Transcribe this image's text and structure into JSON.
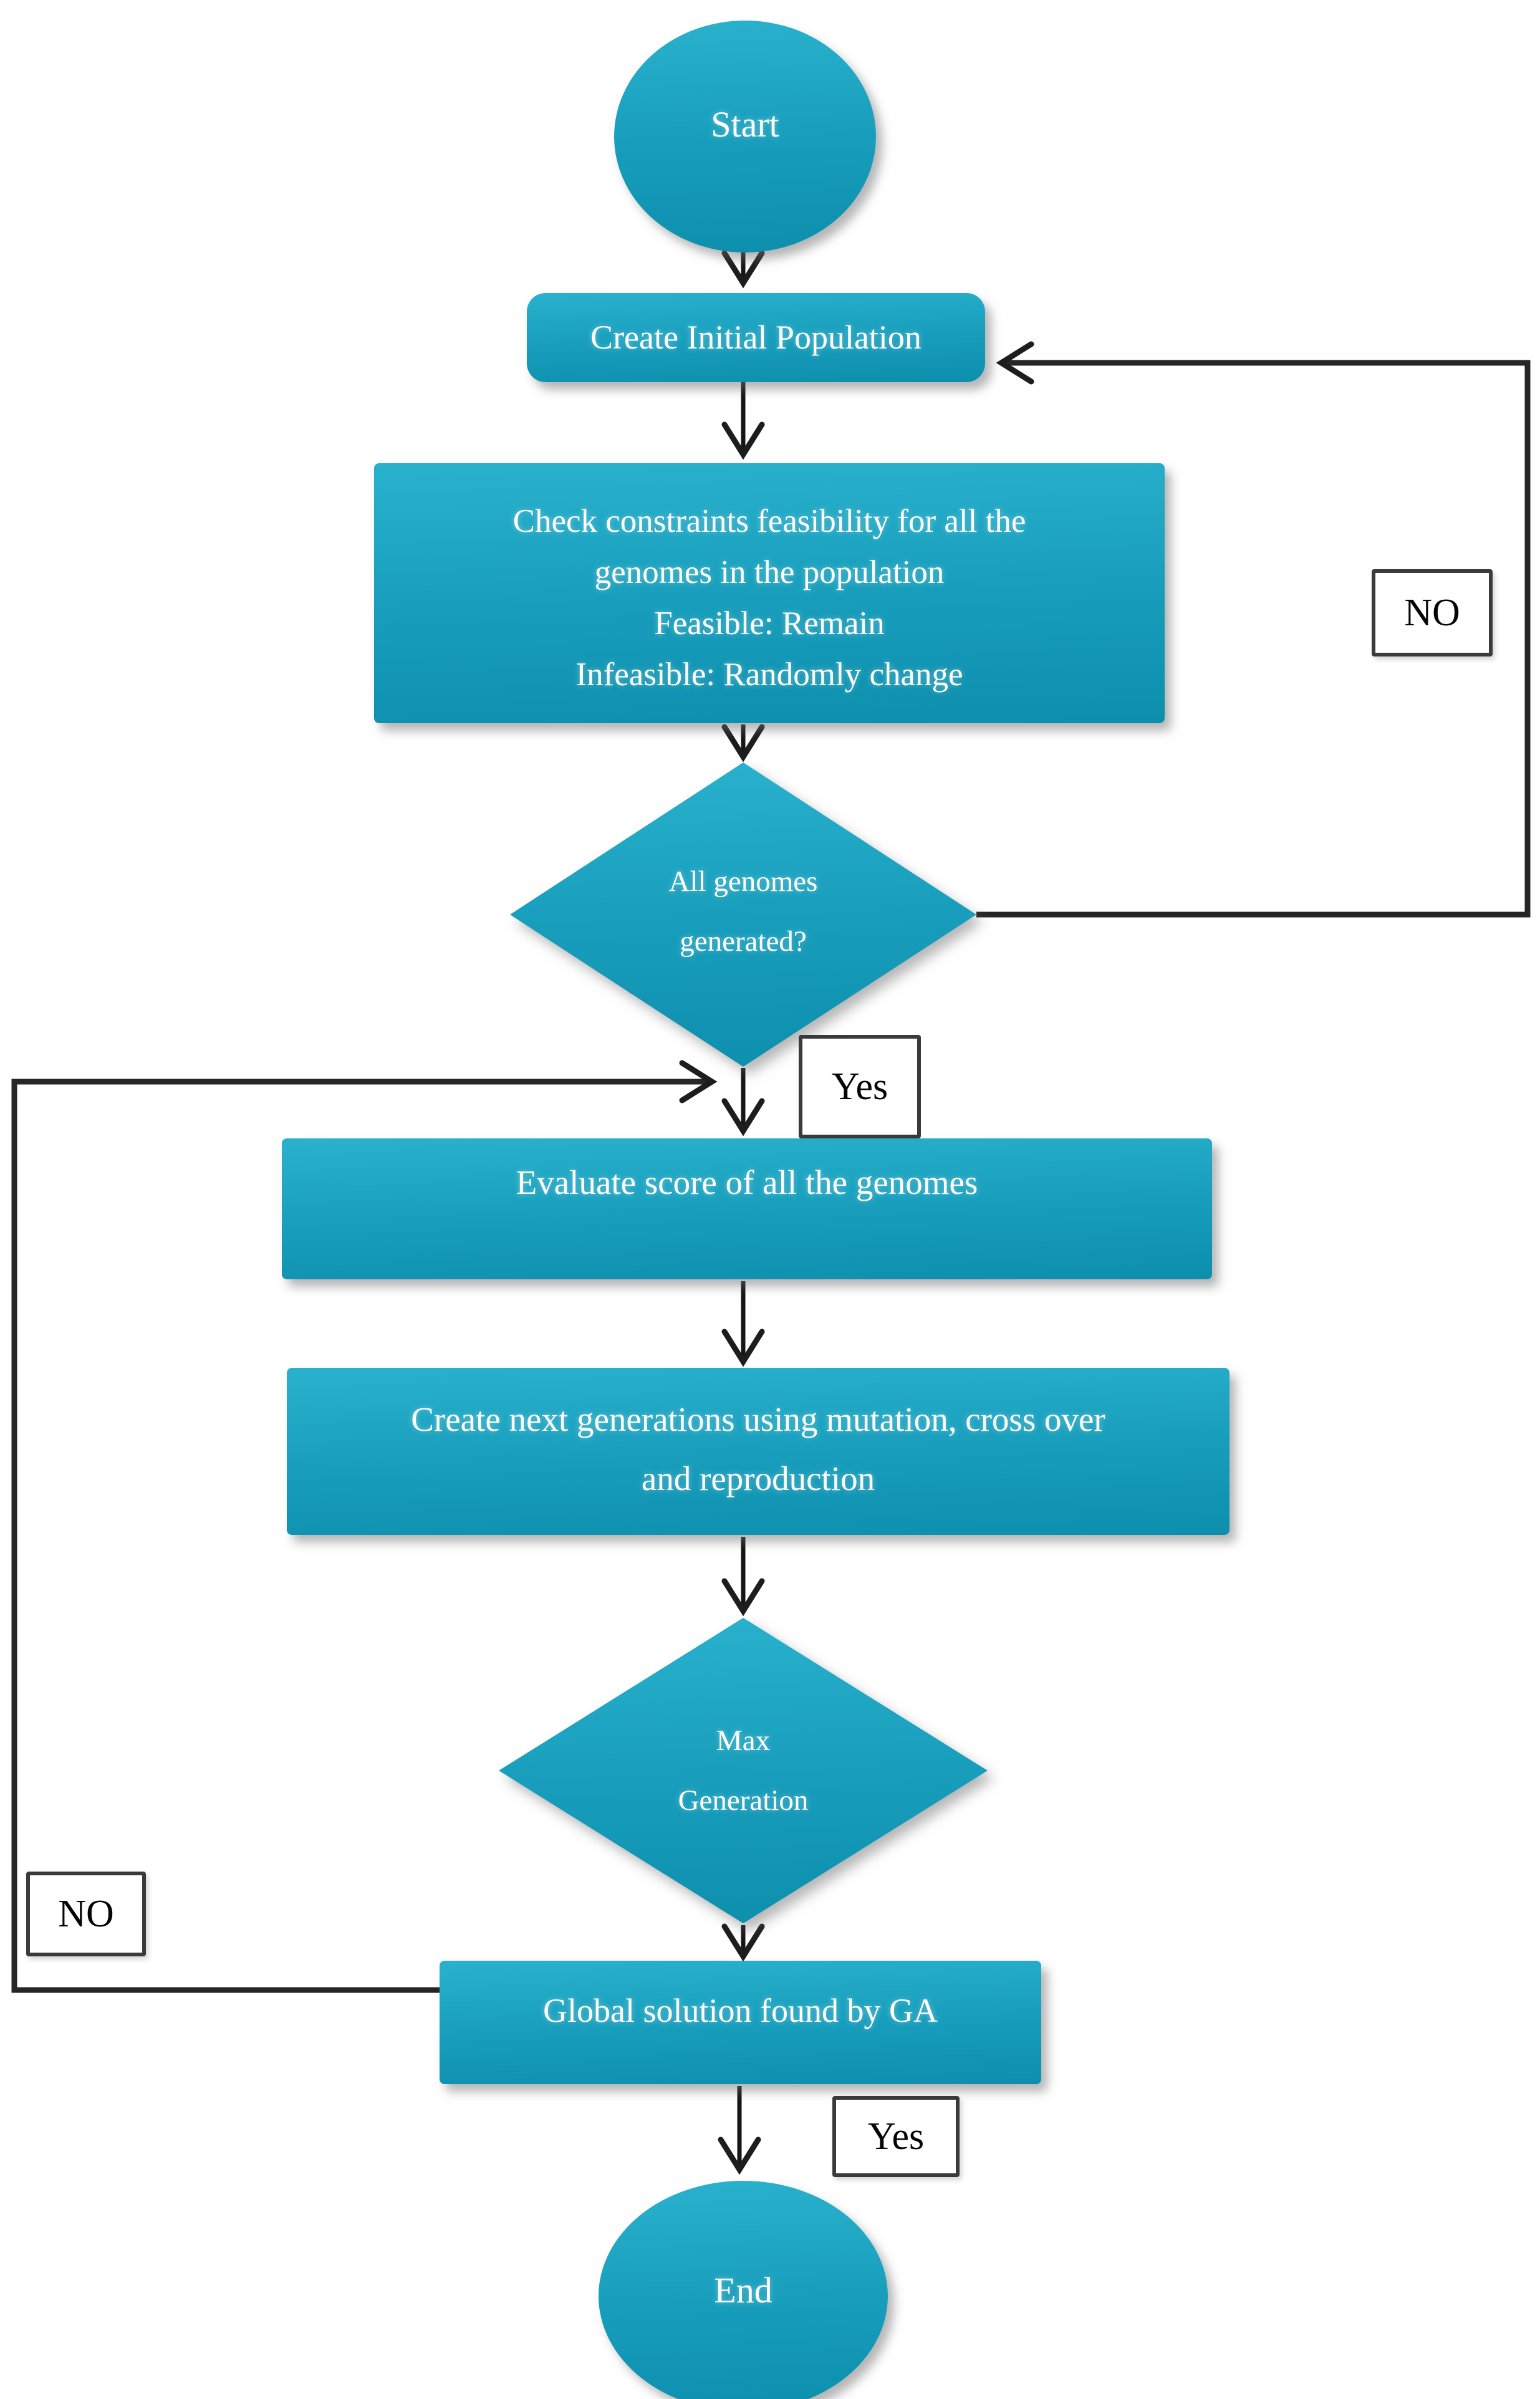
{
  "flowchart": {
    "description": "Genetic algorithm flowchart",
    "nodes": {
      "start": {
        "type": "terminator",
        "label": "Start"
      },
      "create_initial": {
        "type": "process",
        "label": "Create Initial Population"
      },
      "check_constraints": {
        "type": "process",
        "lines": [
          "Check constraints feasibility for all the",
          "genomes in the population",
          "Feasible: Remain",
          "Infeasible: Randomly change"
        ]
      },
      "all_genomes": {
        "type": "decision",
        "lines": [
          "All genomes",
          "generated?"
        ]
      },
      "evaluate": {
        "type": "process",
        "label": "Evaluate score of all the genomes"
      },
      "create_next": {
        "type": "process",
        "lines": [
          "Create next generations using mutation, cross over",
          "and reproduction"
        ]
      },
      "max_generation": {
        "type": "decision",
        "lines": [
          "Max",
          "Generation"
        ]
      },
      "global_solution": {
        "type": "process",
        "label": "Global solution found by GA"
      },
      "end": {
        "type": "terminator",
        "label": "End"
      }
    },
    "labels": {
      "no_right": "NO",
      "yes_top": "Yes",
      "no_left": "NO",
      "yes_bottom": "Yes"
    },
    "edges": [
      {
        "from": "start",
        "to": "create_initial",
        "label": ""
      },
      {
        "from": "create_initial",
        "to": "check_constraints",
        "label": ""
      },
      {
        "from": "check_constraints",
        "to": "all_genomes",
        "label": ""
      },
      {
        "from": "all_genomes",
        "to": "create_initial",
        "label": "NO"
      },
      {
        "from": "all_genomes",
        "to": "evaluate",
        "label": "Yes"
      },
      {
        "from": "evaluate",
        "to": "create_next",
        "label": ""
      },
      {
        "from": "create_next",
        "to": "max_generation",
        "label": ""
      },
      {
        "from": "max_generation",
        "to": "evaluate",
        "label": "NO"
      },
      {
        "from": "max_generation",
        "to": "global_solution",
        "label": ""
      },
      {
        "from": "global_solution",
        "to": "end",
        "label": "Yes"
      }
    ],
    "colors": {
      "node_fill_top": "#29b1cd",
      "node_fill_bottom": "#0d8ead",
      "node_text": "#ffffff",
      "connector": "#1d1d1d",
      "label_border": "#3a3a3a",
      "label_text": "#050505",
      "background": "#ffffff"
    }
  }
}
